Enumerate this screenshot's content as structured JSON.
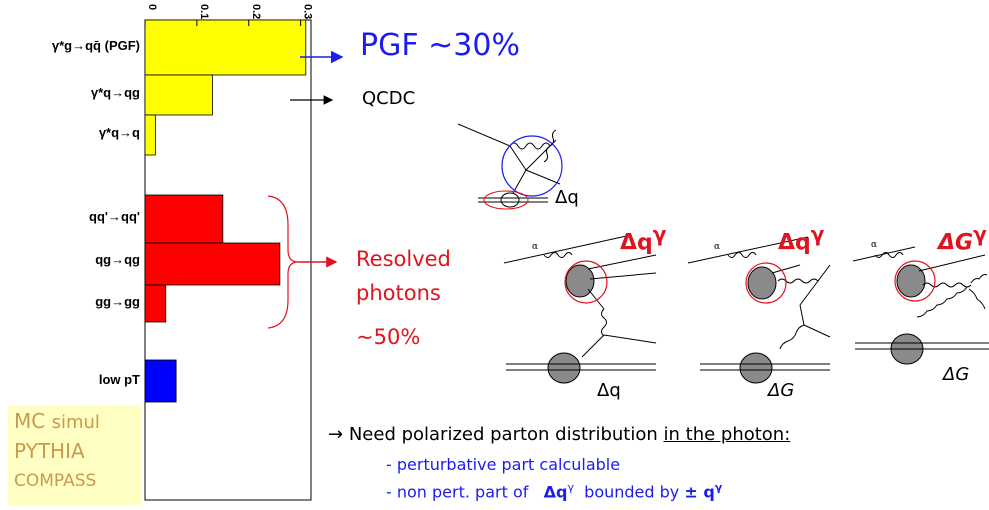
{
  "chart_data": {
    "type": "bar",
    "orientation": "horizontal",
    "categories": [
      "γ*g→qq̄ (PGF)",
      "γ*q→qg",
      "γ*q→q",
      "qq'→qq'",
      "qg→qg",
      "gg→gg",
      "low pT"
    ],
    "values": [
      0.31,
      0.13,
      0.02,
      0.15,
      0.26,
      0.04,
      0.06
    ],
    "groups": [
      {
        "categories": [
          0,
          1,
          2
        ],
        "color": "#ffff00"
      },
      {
        "categories": [
          3,
          4,
          5
        ],
        "color": "#ff0000"
      },
      {
        "categories": [
          6
        ],
        "color": "#0000ff"
      }
    ],
    "xticks": [
      "0",
      "0.1",
      "0.2",
      "0.3"
    ],
    "xlim": [
      0,
      0.32
    ]
  },
  "labels": {
    "pgf": "PGF ~30%",
    "qcdc": "QCDC",
    "resolved_1": "Resolved",
    "resolved_2": "photons",
    "resolved_pct": "~50%",
    "delta_q": "Δq",
    "delta_q_gamma": "Δq",
    "delta_G_gamma": "ΔG",
    "gamma_sup": "γ",
    "delta_G": "ΔG",
    "alpha": "α"
  },
  "mc_box": {
    "line1_a": "MC",
    "line1_b": "simul",
    "line2": "PYTHIA",
    "line3": "COMPASS"
  },
  "notes": {
    "arrow": "→",
    "main_pre": "Need polarized parton distribution",
    "main_u": "in the photon:",
    "b1": "- perturbative part calculable",
    "b2_pre": "- non pert. part of",
    "b2_dq": "Δq",
    "b2_mid": "bounded by",
    "b2_pm": "± q",
    "gamma": "γ"
  },
  "colors": {
    "blue": "#1c1cf0",
    "red": "#e0141e",
    "yellow": "#ffff00",
    "mc_text": "#c89a4e",
    "mc_bg": "#ffffc4"
  }
}
